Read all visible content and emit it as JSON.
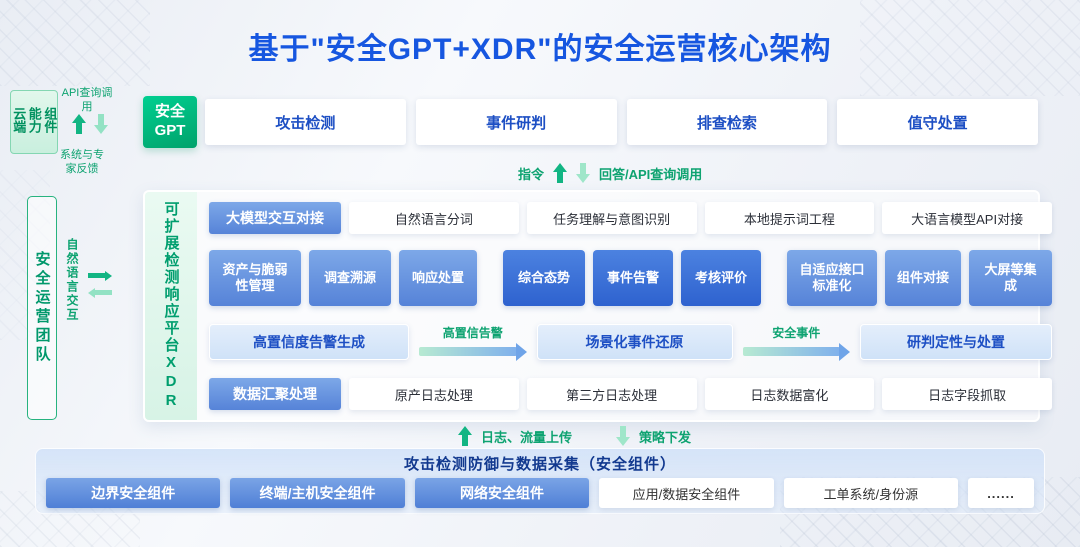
{
  "title": "基于\"安全GPT+XDR\"的安全运营核心架构",
  "left": {
    "cloud_label": "云端能力组件",
    "api_call": "API查询调用",
    "feedback": "系统与专家反馈",
    "team_label": "安全运营团队",
    "nl_label": "自然语言交互"
  },
  "gpt_row": {
    "gpt_line1": "安全",
    "gpt_line2": "GPT",
    "items": [
      "攻击检测",
      "事件研判",
      "排查检索",
      "值守处置"
    ]
  },
  "mid_arrows": {
    "up_label": "指令",
    "down_label": "回答/API查询调用"
  },
  "xdr": {
    "side_label": "可扩展检测响应平台XDR",
    "row1_header": "大模型交互对接",
    "row1_items": [
      "自然语言分词",
      "任务理解与意图识别",
      "本地提示词工程",
      "大语言模型API对接"
    ],
    "row2_group1": [
      "资产与脆弱性管理",
      "调查溯源",
      "响应处置"
    ],
    "row2_group2": [
      "综合态势",
      "事件告警",
      "考核评价"
    ],
    "row2_group3": [
      "自适应接口标准化",
      "组件对接",
      "大屏等集成"
    ],
    "row3_box1": "高置信度告警生成",
    "row3_arrow1": "高置信告警",
    "row3_box2": "场景化事件还原",
    "row3_arrow2": "安全事件",
    "row3_box3": "研判定性与处置",
    "row4_header": "数据汇聚处理",
    "row4_items": [
      "原产日志处理",
      "第三方日志处理",
      "日志数据富化",
      "日志字段抓取"
    ]
  },
  "bottom_arrows": {
    "up_label": "日志、流量上传",
    "down_label": "策略下发"
  },
  "bottom": {
    "title": "攻击检测防御与数据采集（安全组件）",
    "solid_items": [
      "边界安全组件",
      "终端/主机安全组件",
      "网络安全组件"
    ],
    "light_items": [
      "应用/数据安全组件",
      "工单系统/身份源",
      "......"
    ]
  },
  "colors": {
    "accent_blue": "#1656e0",
    "green": "#0ea371",
    "box_blue_text": "#1d4fc4",
    "mid_blue": "#5683d8",
    "dark_blue": "#2e62cf"
  }
}
